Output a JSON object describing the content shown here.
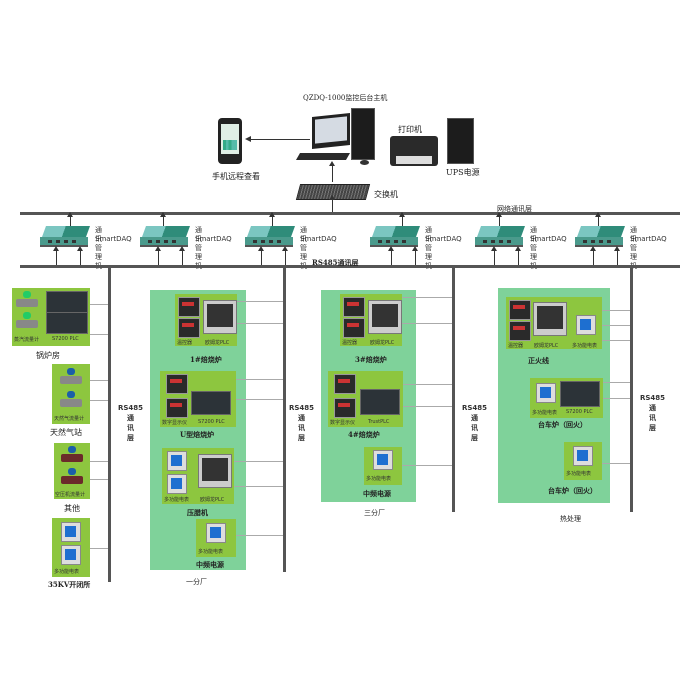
{
  "top": {
    "host_label": "QZDQ-1000监控后台主机",
    "phone_label": "手机远程查看",
    "printer_label": "打印机",
    "ups_label": "UPS电源",
    "switch_label": "交换机"
  },
  "layers": {
    "network": "网络通讯层",
    "rs485": "RS485通讯层",
    "rs485_vertical": [
      "RS485",
      "通",
      "讯",
      "层"
    ]
  },
  "daq_units": [
    {
      "name": "通讯管理机",
      "model": "SmartDAQ"
    },
    {
      "name": "通讯管理机",
      "model": "SmartDAQ"
    },
    {
      "name": "通讯管理机",
      "model": "SmartDAQ"
    },
    {
      "name": "通讯管理机",
      "model": "SmartDAQ"
    },
    {
      "name": "通讯管理机",
      "model": "SmartDAQ"
    },
    {
      "name": "通讯管理机",
      "model": "SmartDAQ"
    }
  ],
  "left": {
    "boiler": {
      "title": "锅炉房",
      "item1": "蒸汽流量计",
      "item2": "S7200 PLC"
    },
    "gas": {
      "title": "天然气站",
      "item1": "天然气流量计"
    },
    "other": {
      "title": "其他",
      "item1": "空压机流量计"
    },
    "substation": {
      "title": "35KV开闭所",
      "item1": "多功能电表"
    }
  },
  "plant1": {
    "title": "一分厂",
    "furnace1": {
      "title": "1#焙烧炉",
      "item1": "温控器",
      "item2": "欧姆龙PLC"
    },
    "ufurnace": {
      "title": "U型焙烧炉",
      "item1": "数字显示仪",
      "item2": "S7200 PLC"
    },
    "press": {
      "title": "压腊机",
      "item1": "多功能电表",
      "item2": "欧姆龙PLC"
    },
    "midfreq": {
      "title": "中频电源",
      "item1": "多功能电表"
    }
  },
  "plant3": {
    "title": "三分厂",
    "furnace3": {
      "title": "3#焙烧炉",
      "item1": "温控器",
      "item2": "欧姆龙PLC"
    },
    "furnace4": {
      "title": "4#焙烧炉",
      "item1": "数字显示仪",
      "item2": "TrustPLC"
    },
    "midfreq": {
      "title": "中频电源",
      "item1": "多功能电表"
    }
  },
  "heat": {
    "title": "热处理",
    "normalize": {
      "title": "正火线",
      "item1": "温控器",
      "item2": "欧姆龙PLC",
      "item3": "多功能电表"
    },
    "bogie1": {
      "title": "台车炉（回火）",
      "item1": "多功能电表",
      "item2": "S7200 PLC"
    },
    "bogie2": {
      "title": "台车炉（回火）",
      "item1": "多功能电表"
    }
  }
}
